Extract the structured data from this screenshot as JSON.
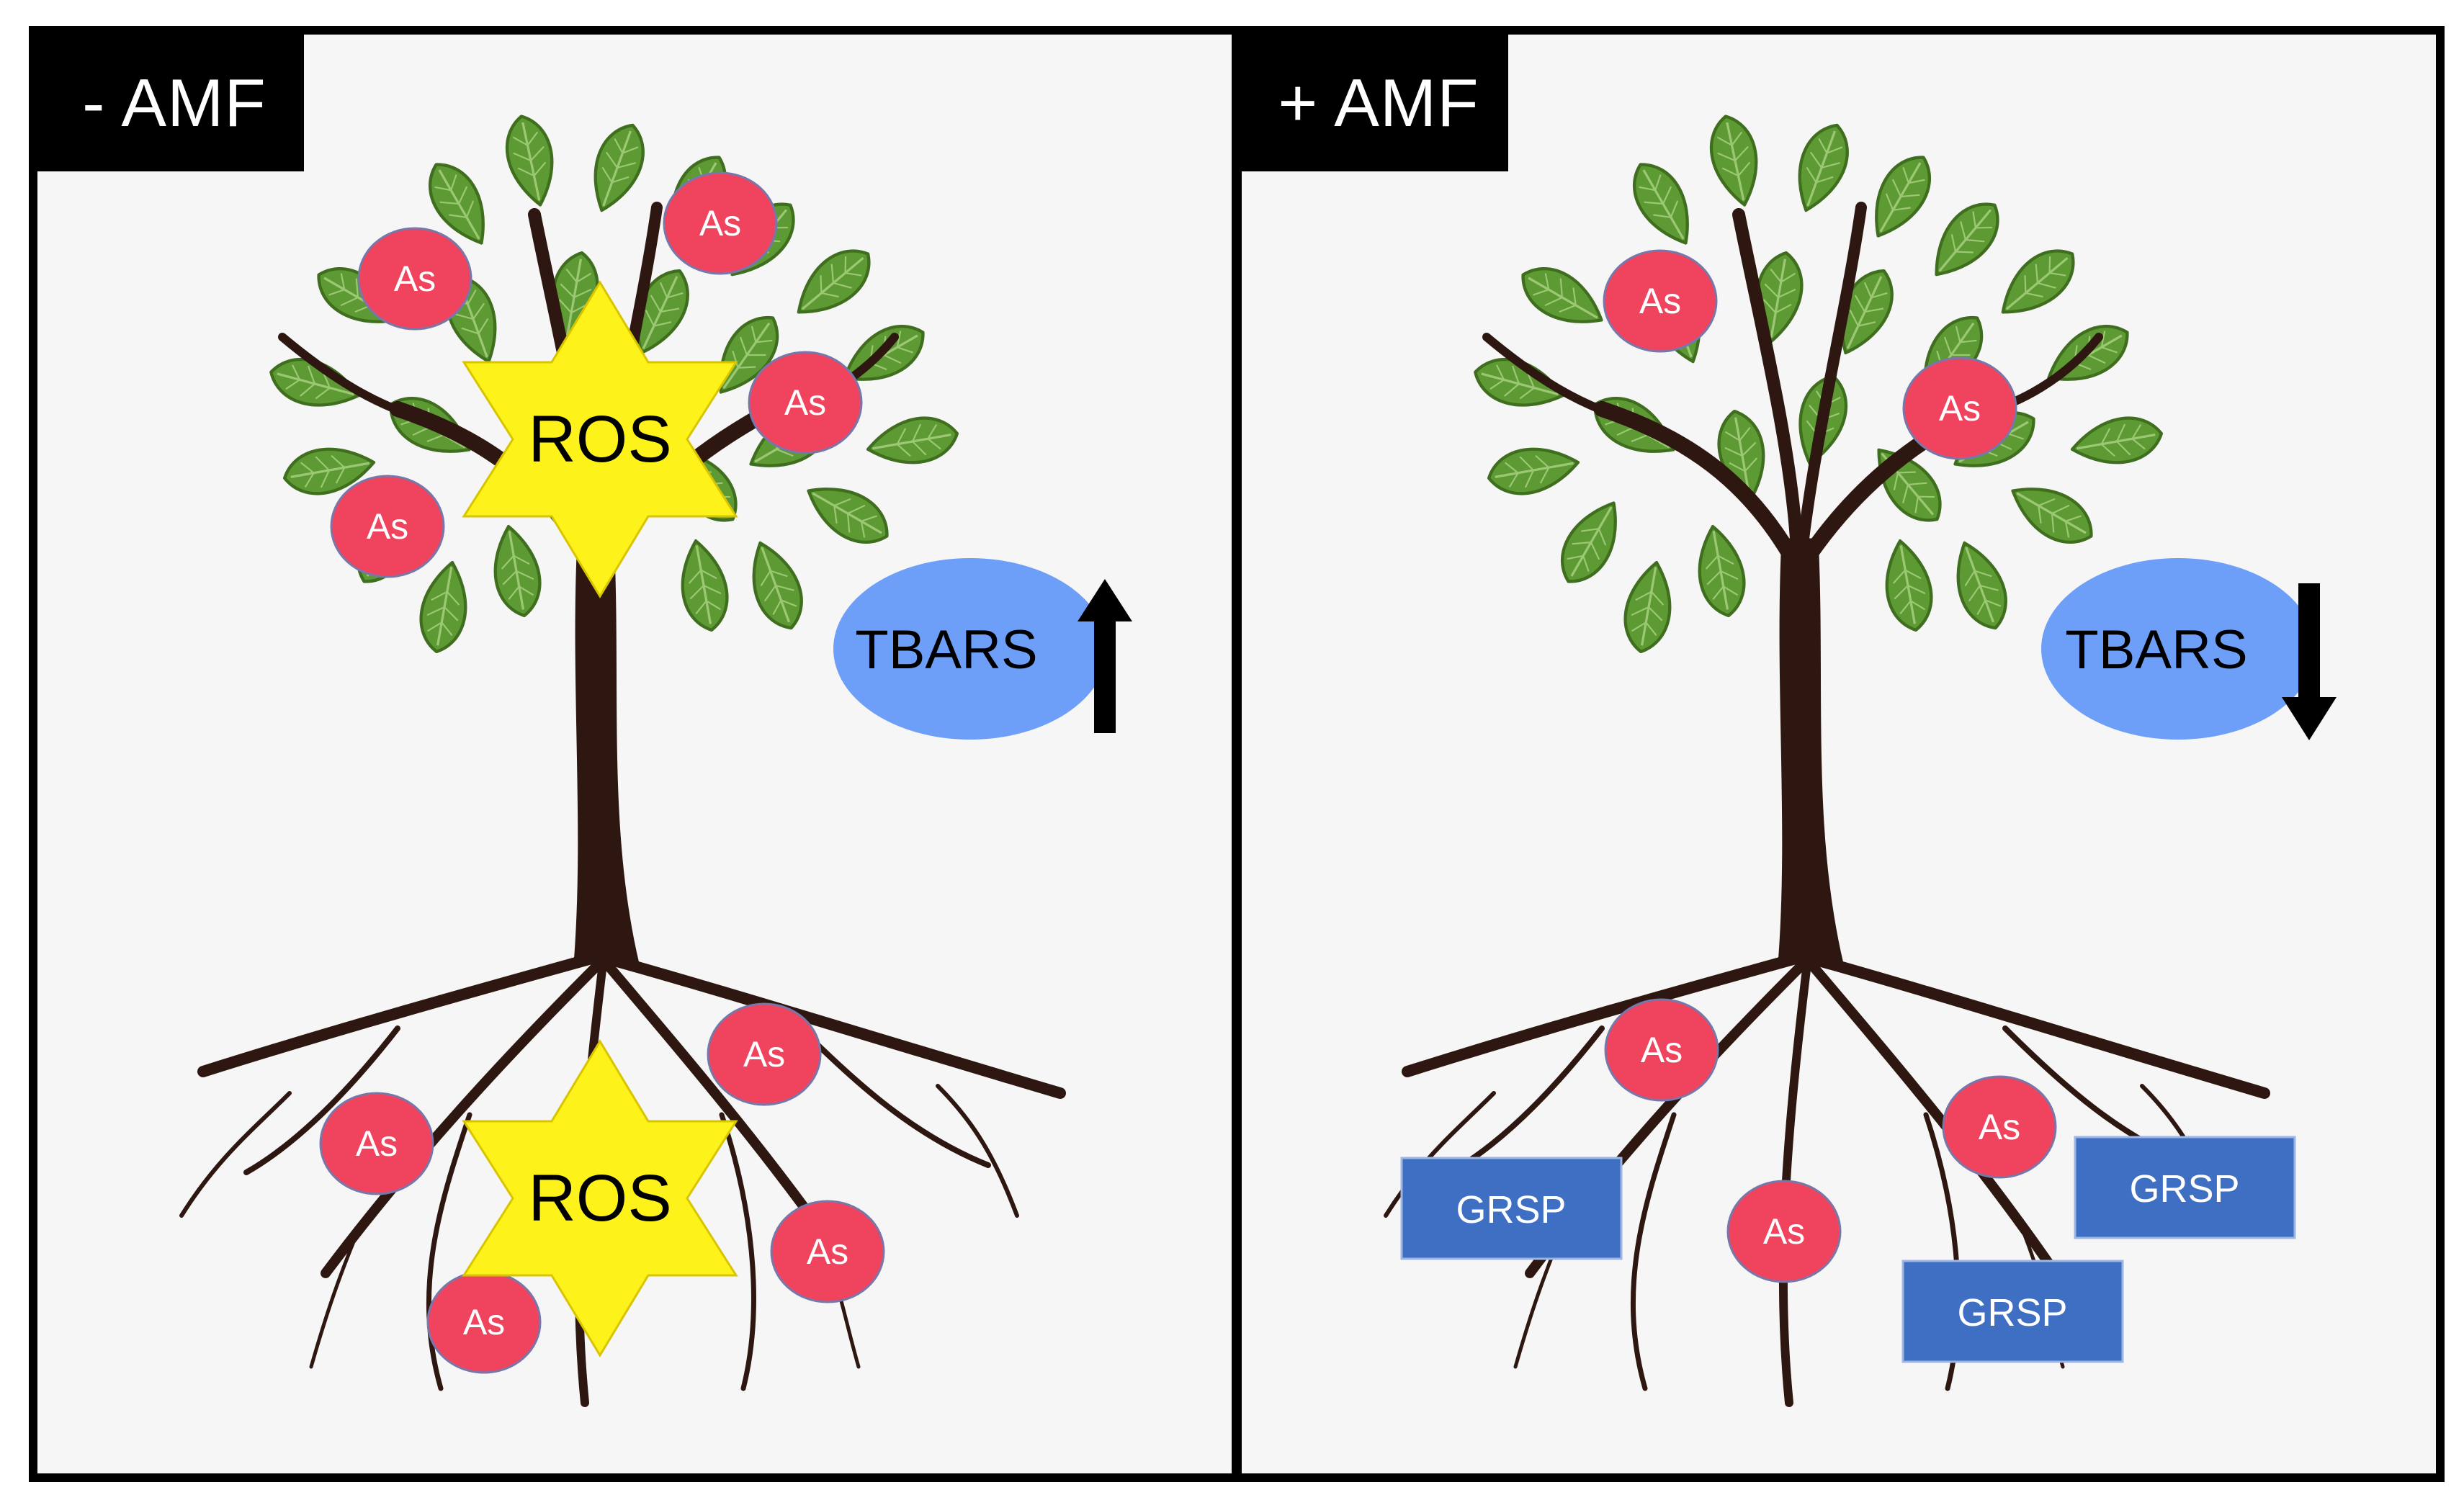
{
  "panels": {
    "left": {
      "tag": "- AMF"
    },
    "right": {
      "tag": "+ AMF"
    }
  },
  "labels": {
    "as": "As",
    "ros": "ROS",
    "tbars": "TBARS",
    "grsp": "GRSP"
  },
  "tbars_change": {
    "left": "up",
    "right": "down"
  },
  "colors": {
    "leaf": "#5d9a34",
    "leaf_dark": "#3f6e1f",
    "trunk": "#2d1710",
    "as_fill": "#f0435e",
    "ros_fill": "#fdf21a",
    "tbars_fill": "#6e9ff8",
    "grsp_fill": "#3f6fc2",
    "panel_bg": "#f6f6f6"
  }
}
